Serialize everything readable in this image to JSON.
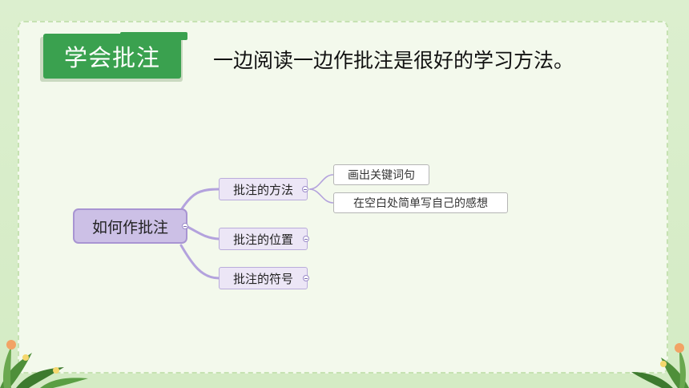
{
  "header": {
    "badge": "学会批注",
    "headline": "一边阅读一边作批注是很好的学习方法。"
  },
  "mindmap": {
    "root": "如何作批注",
    "branches": [
      {
        "label": "批注的方法",
        "children": [
          "画出关键词句",
          "在空白处简单写自己的感想"
        ]
      },
      {
        "label": "批注的位置",
        "children": []
      },
      {
        "label": "批注的符号",
        "children": []
      }
    ]
  },
  "colors": {
    "badge_green": "#3aa14f",
    "root_fill": "#ccc0e6",
    "branch_fill": "#ece6f6",
    "connector": "#b3a2dd",
    "background": "#dcefcf"
  }
}
